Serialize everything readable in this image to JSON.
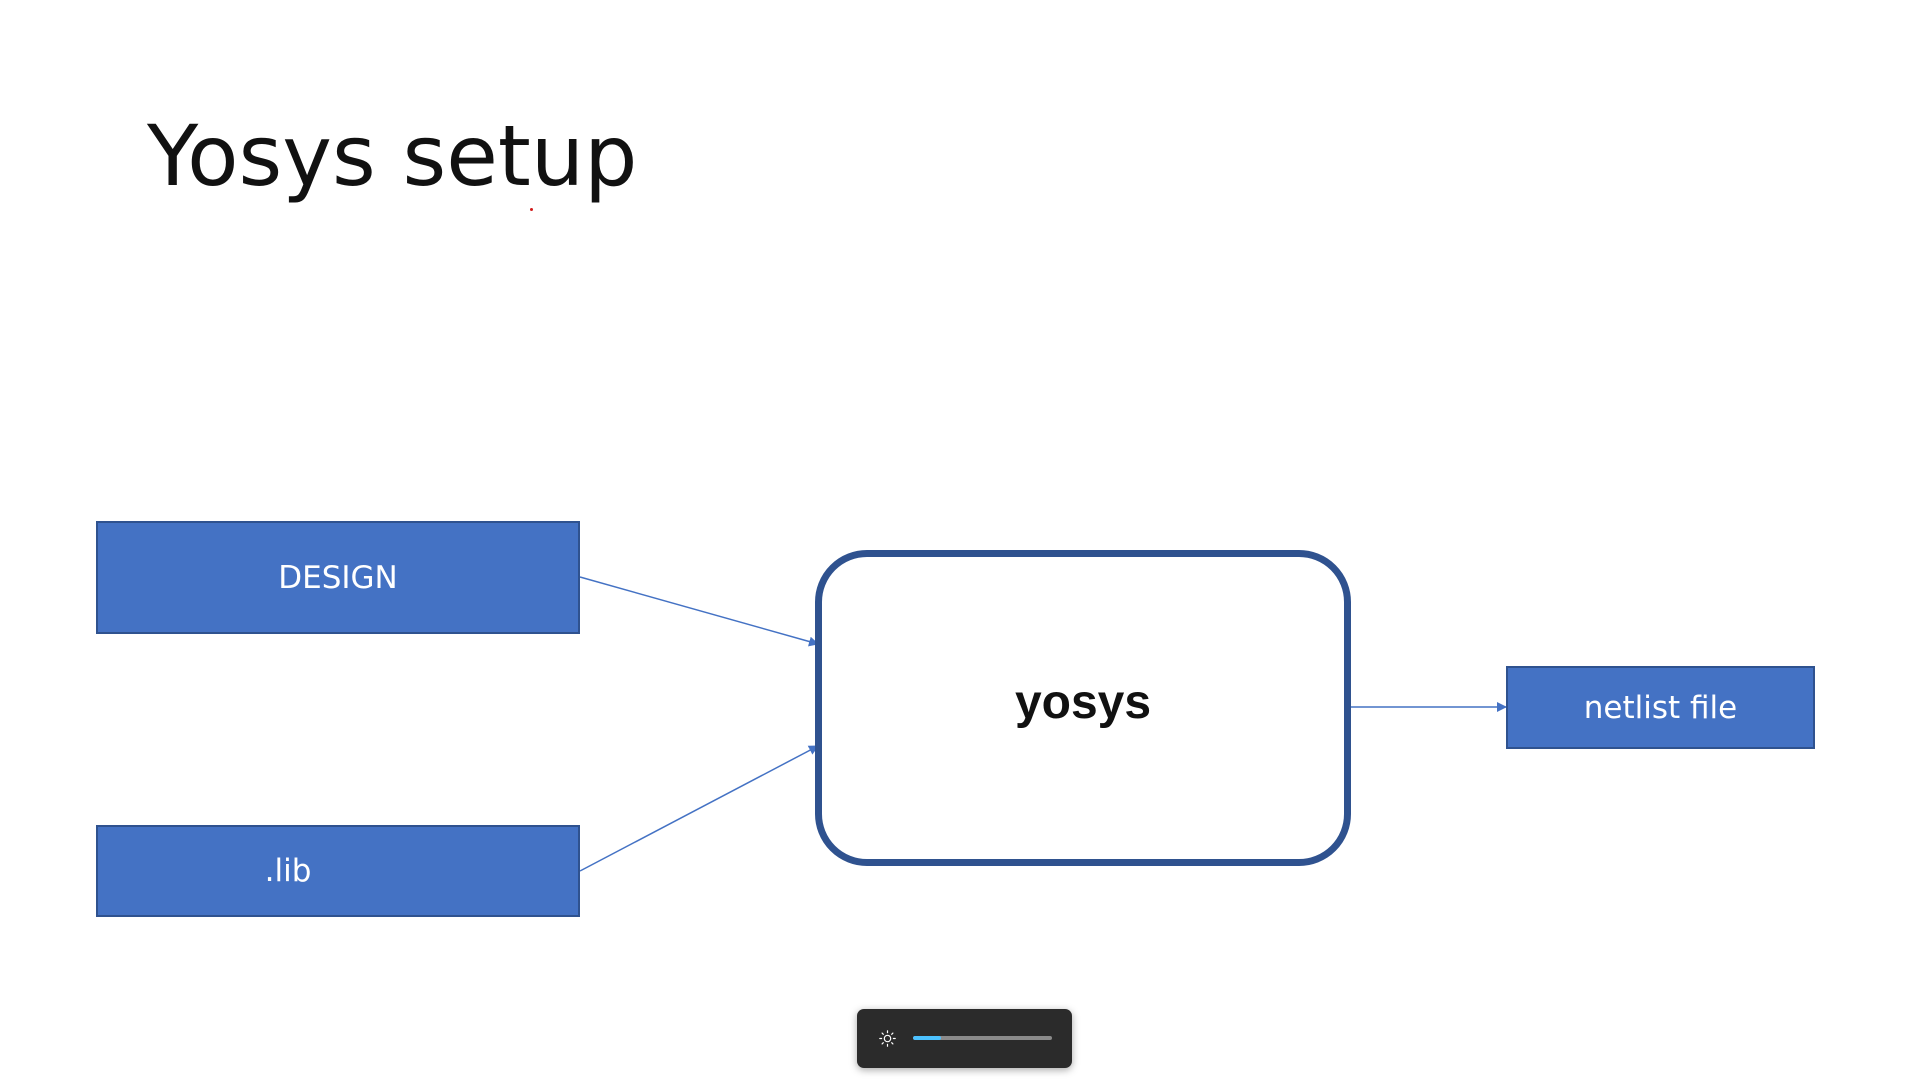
{
  "slide": {
    "title": "Yosys setup"
  },
  "diagram": {
    "inputs": [
      {
        "label": "DESIGN"
      },
      {
        "label": ".lib"
      }
    ],
    "processor": {
      "label": "yosys"
    },
    "output": {
      "label": "netlist file"
    },
    "colors": {
      "box_fill": "#4472c4",
      "box_border": "#2f528f",
      "arrow": "#4472c4",
      "text_on_box": "#ffffff"
    }
  },
  "brightness_flyout": {
    "icon": "sun-icon",
    "level": 0.2,
    "accent": "#4cc2ff"
  }
}
